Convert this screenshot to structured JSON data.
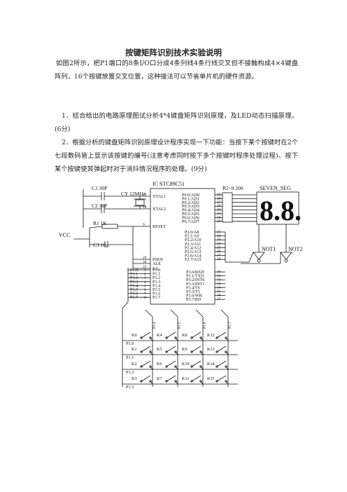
{
  "document": {
    "title": "按键矩阵识别技术实验说明",
    "intro": "如图2所示，把P1端口的8条I/O口分成4条列线4条行线交叉但不接触构成4×4键盘阵列，16个按键放置交叉位置，这种接法可以节省单片机的硬件资源。",
    "q1": "1．结合给出的电路原理图试分析4*4键盘矩阵识别原理，及LED动态扫描原理。(6分)",
    "q2": "2．根据分析的键盘矩阵识别原理设计程序实现一下功能：当按下某个按键时在2个七段数码管上显示该按键的编号(注意考虑同时按下多个按键时程序处理过程)、按下某个按键使其弹起时对于消抖情况程序的处理。(9分)"
  },
  "schematic": {
    "chip_label": "IC STC89C51",
    "seg_label": "SEVEN_SEG",
    "display_digits": "8.8.",
    "c1": "C1 30P",
    "c2": "C2 30P",
    "cy": "CY 12MHz",
    "r1": "R1 1K",
    "c3": "C3 10μ",
    "vcc": "VCC",
    "rn": "R2~9 200",
    "not1": "NOT1",
    "not2": "NOT2",
    "left_pins": [
      {
        "name": "XTAL1",
        "num": "19"
      },
      {
        "name": "XTAL2",
        "num": "18"
      },
      {
        "name": "RESET",
        "num": "9"
      },
      {
        "name": "PSEN",
        "num": "29"
      },
      {
        "name": "ALE",
        "num": "30"
      },
      {
        "name": "EA",
        "num": "31"
      }
    ],
    "p1_pins": [
      {
        "name": "P1.0",
        "num": "1"
      },
      {
        "name": "P1.1",
        "num": "2"
      },
      {
        "name": "P1.2",
        "num": "3"
      },
      {
        "name": "P1.3",
        "num": "4"
      },
      {
        "name": "P1.4",
        "num": "5"
      },
      {
        "name": "P1.5",
        "num": "6"
      },
      {
        "name": "P1.6",
        "num": "7"
      },
      {
        "name": "P1.7",
        "num": "8"
      }
    ],
    "p0_pins": [
      {
        "name": "P0.0/AD0",
        "num": "39"
      },
      {
        "name": "P0.1/AD1",
        "num": "38"
      },
      {
        "name": "P0.2/AD2",
        "num": "37"
      },
      {
        "name": "P0.3/AD3",
        "num": "36"
      },
      {
        "name": "P0.4/AD4",
        "num": "35"
      },
      {
        "name": "P0.5/AD5",
        "num": "34"
      },
      {
        "name": "P0.6/AD6",
        "num": "33"
      },
      {
        "name": "P0.7/AD7",
        "num": "32"
      }
    ],
    "p2_pins": [
      {
        "name": "P2.0/A8",
        "num": "21"
      },
      {
        "name": "P2.1/A9",
        "num": "22"
      },
      {
        "name": "P2.2/A10",
        "num": "23"
      },
      {
        "name": "P2.3/A11",
        "num": "24"
      },
      {
        "name": "P2.4/A12",
        "num": "25"
      },
      {
        "name": "P2.5/A13",
        "num": "26"
      },
      {
        "name": "P2.6/A14",
        "num": "27"
      },
      {
        "name": "P2.7/A15",
        "num": "28"
      }
    ],
    "p3_pins": [
      {
        "name": "P3.0/RXD",
        "num": "10"
      },
      {
        "name": "P3.1/TXD",
        "num": "11"
      },
      {
        "name": "P3.2/INT0",
        "num": "12"
      },
      {
        "name": "P3.3/INT1",
        "num": "13"
      },
      {
        "name": "P3.4/T0",
        "num": "14"
      },
      {
        "name": "P3.5/T1",
        "num": "15"
      },
      {
        "name": "P3.6/WR",
        "num": "16"
      },
      {
        "name": "P3.7/RD",
        "num": "17"
      }
    ],
    "ext_p1_labels": [
      "P1.0",
      "P1.1",
      "P1.2",
      "P1.3",
      "P1.4",
      "P1.5",
      "P1.6",
      "P1.7"
    ],
    "column_labels": [
      "P1.4",
      "P1.5",
      "P1.6",
      "P1.7"
    ],
    "row_labels": [
      "P1.0",
      "P1.1",
      "P1.2",
      "P1.3"
    ],
    "keys": [
      [
        "K0",
        "K4",
        "K8",
        "K12"
      ],
      [
        "K1",
        "K5",
        "K9",
        "K13"
      ],
      [
        "K2",
        "K6",
        "K10",
        "K14"
      ],
      [
        "K3",
        "K7",
        "K11",
        "K15"
      ]
    ]
  }
}
